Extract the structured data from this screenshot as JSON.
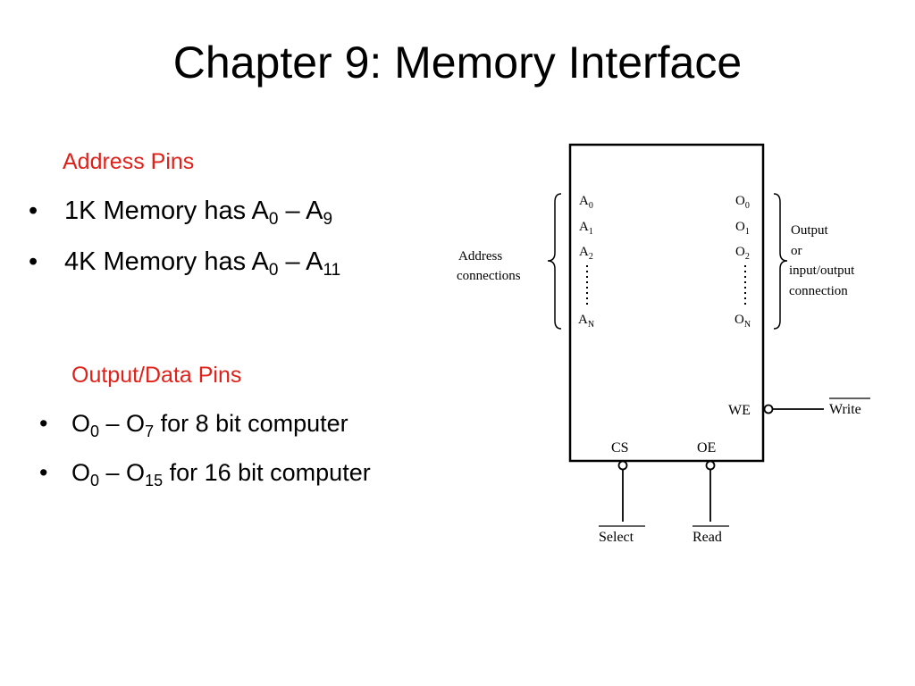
{
  "title": "Chapter 9: Memory Interface",
  "address_section": {
    "heading": "Address Pins",
    "bullets": [
      {
        "text": "1K Memory has A",
        "s1": "0",
        "mid": " – A",
        "s2": "9",
        "tail": ""
      },
      {
        "text": "4K Memory has A",
        "s1": "0",
        "mid": " – A",
        "s2": "11",
        "tail": ""
      }
    ]
  },
  "data_section": {
    "heading": "Output/Data Pins",
    "bullets": [
      {
        "text": "O",
        "s1": "0",
        "mid": " – O",
        "s2": "7",
        "tail": " for 8 bit computer"
      },
      {
        "text": "O",
        "s1": "0",
        "mid": " – O",
        "s2": "15",
        "tail": " for 16 bit computer"
      }
    ]
  },
  "bullet_glyph": "•",
  "diagram": {
    "address_label": [
      "Address",
      "connections"
    ],
    "output_label": [
      "Output",
      "or",
      "input/output",
      "connection"
    ],
    "address_pins": [
      {
        "base": "A",
        "sub": "0"
      },
      {
        "base": "A",
        "sub": "1"
      },
      {
        "base": "A",
        "sub": "2"
      },
      {
        "base": "A",
        "sub": "N"
      }
    ],
    "output_pins": [
      {
        "base": "O",
        "sub": "0"
      },
      {
        "base": "O",
        "sub": "1"
      },
      {
        "base": "O",
        "sub": "2"
      },
      {
        "base": "O",
        "sub": "N"
      }
    ],
    "we_label": "WE",
    "cs_label": "CS",
    "oe_label": "OE",
    "write_label": "Write",
    "select_label": "Select",
    "read_label": "Read"
  }
}
